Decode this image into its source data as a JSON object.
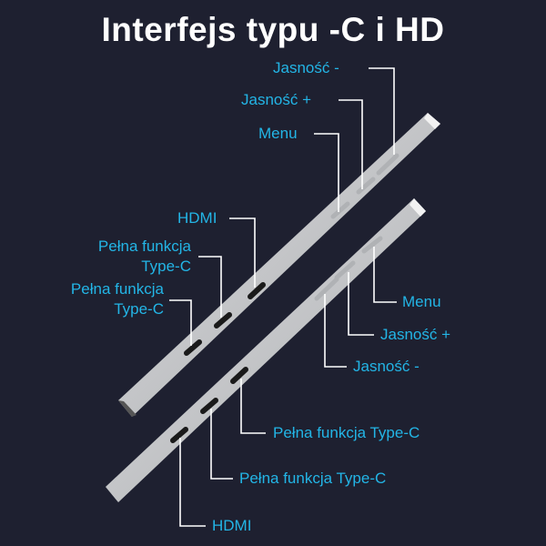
{
  "title": "Interfejs typu -C i HD",
  "colors": {
    "background": "#1e2030",
    "label": "#23b5e6",
    "title": "#ffffff",
    "bar": "#c9cacc"
  },
  "top_device": {
    "labels": {
      "brightness_down": "Jasność -",
      "brightness_up": "Jasność +",
      "menu": "Menu",
      "hdmi": "HDMI",
      "typec_1": "Pełna funkcja\nType-C",
      "typec_1_line1": "Pełna funkcja",
      "typec_1_line2": "Type-C",
      "typec_2_line1": "Pełna funkcja",
      "typec_2_line2": "Type-C"
    }
  },
  "bottom_device": {
    "labels": {
      "menu": "Menu",
      "brightness_up": "Jasność +",
      "brightness_down": "Jasność -",
      "typec_1": "Pełna funkcja Type-C",
      "typec_2": "Pełna funkcja Type-C",
      "hdmi": "HDMI"
    }
  }
}
